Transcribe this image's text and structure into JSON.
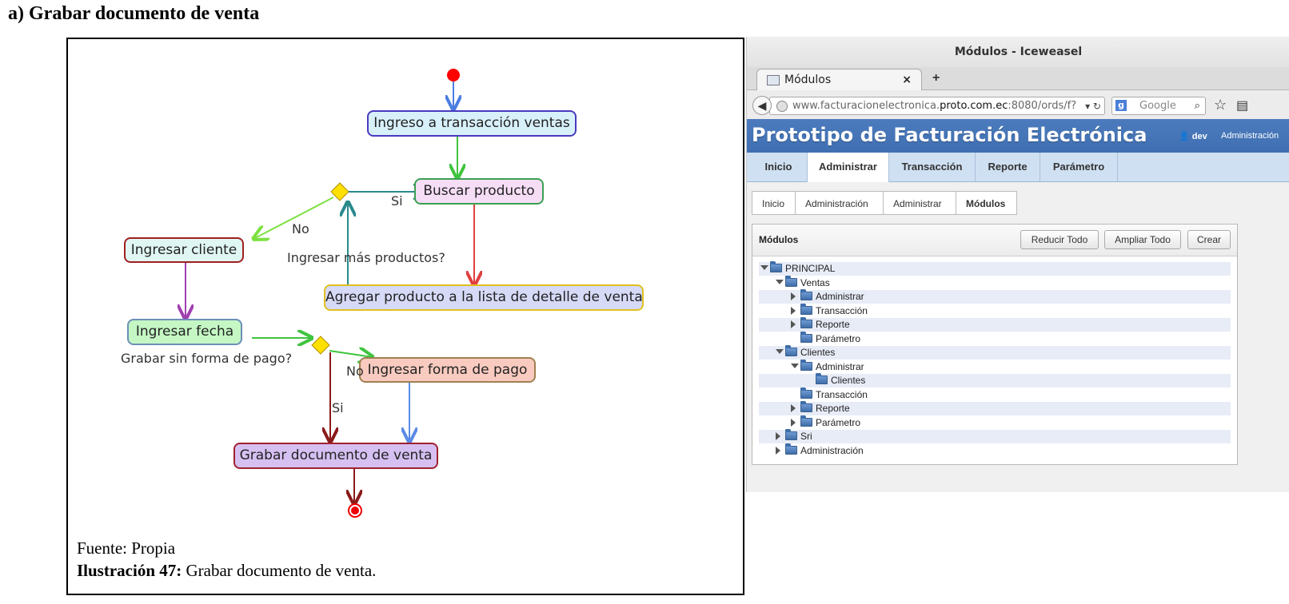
{
  "document": {
    "heading": "a) Grabar documento de venta",
    "caption_source": "Fuente: Propia",
    "caption_label": "Ilustración 47:",
    "caption_text": " Grabar documento de venta."
  },
  "diagram": {
    "nodes": {
      "ingreso": "Ingreso a transacción ventas",
      "buscar": "Buscar producto",
      "cliente": "Ingresar cliente",
      "agregar": "Agregar producto a la lista de detalle de venta",
      "fecha": "Ingresar fecha",
      "formapago": "Ingresar forma de pago",
      "grabar": "Grabar documento de venta"
    },
    "labels": {
      "si1": "Si",
      "no1": "No",
      "mas": "Ingresar más productos?",
      "sinforma": "Grabar sin forma de pago?",
      "no2": "No",
      "si2": "Si"
    }
  },
  "browser": {
    "window_title": "Módulos - Iceweasel",
    "tab_title": "Módulos",
    "tab_close": "×",
    "new_tab": "+",
    "url_prefix": "www.facturacionelectronica.",
    "url_domain": "proto.com.ec",
    "url_suffix": ":8080/ords/f?",
    "search_engine_letter": "g",
    "search_placeholder": "Google"
  },
  "app": {
    "title": "Prototipo de Facturación Electrónica",
    "user": "dev",
    "admin_link": "Administración",
    "nav": [
      "Inicio",
      "Administrar",
      "Transacción",
      "Reporte",
      "Parámetro"
    ],
    "breadcrumb": [
      "Inicio",
      "Administración",
      "Administrar",
      "Módulos"
    ],
    "panel_title": "Módulos",
    "buttons": {
      "collapse": "Reducir Todo",
      "expand": "Ampliar Todo",
      "create": "Crear"
    },
    "tree": [
      {
        "label": "PRINCIPAL",
        "level": 0,
        "toggle": "open"
      },
      {
        "label": "Ventas",
        "level": 1,
        "toggle": "open"
      },
      {
        "label": "Administrar",
        "level": 2,
        "toggle": "closed"
      },
      {
        "label": "Transacción",
        "level": 2,
        "toggle": "closed"
      },
      {
        "label": "Reporte",
        "level": 2,
        "toggle": "closed"
      },
      {
        "label": "Parámetro",
        "level": 2,
        "toggle": "none"
      },
      {
        "label": "Clientes",
        "level": 1,
        "toggle": "open"
      },
      {
        "label": "Administrar",
        "level": 2,
        "toggle": "open"
      },
      {
        "label": "Clientes",
        "level": 3,
        "toggle": "none"
      },
      {
        "label": "Transacción",
        "level": 2,
        "toggle": "none"
      },
      {
        "label": "Reporte",
        "level": 2,
        "toggle": "closed"
      },
      {
        "label": "Parámetro",
        "level": 2,
        "toggle": "closed"
      },
      {
        "label": "Sri",
        "level": 1,
        "toggle": "closed"
      },
      {
        "label": "Administración",
        "level": 1,
        "toggle": "closed"
      }
    ]
  }
}
